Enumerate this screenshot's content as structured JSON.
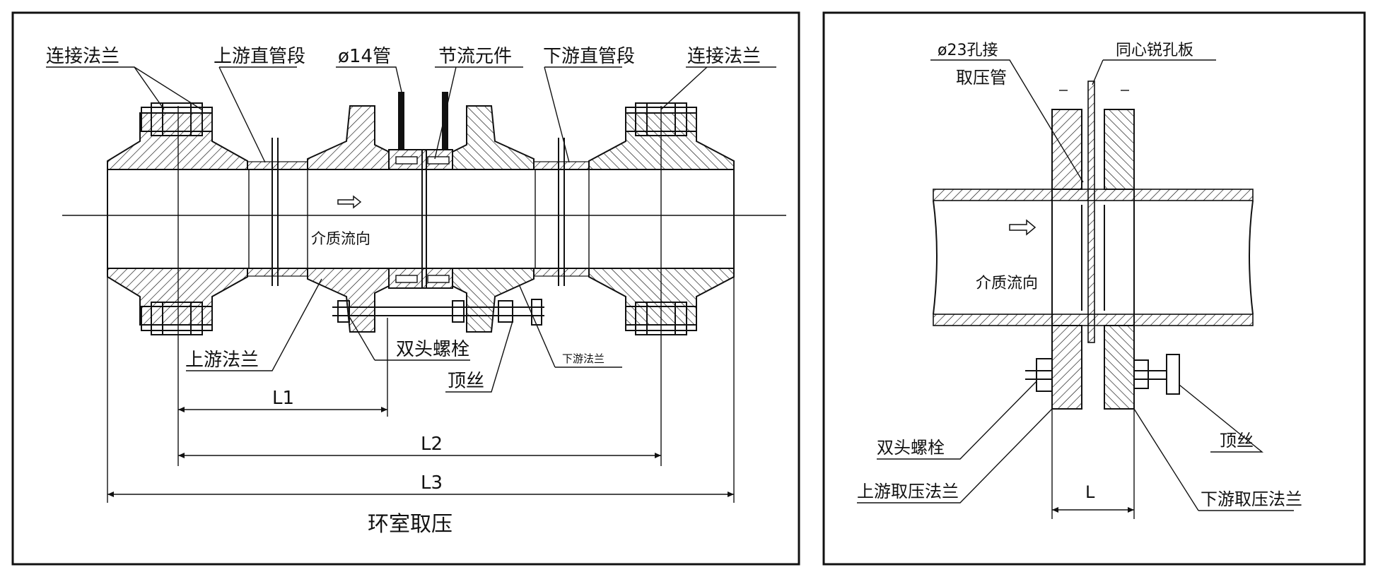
{
  "colors": {
    "line": "#111111",
    "background": "#ffffff"
  },
  "left_panel": {
    "title": "环室取压",
    "labels": {
      "connect_flange_left": "连接法兰",
      "upstream_straight_pipe": "上游直管段",
      "tube_14": "ø14管",
      "throttle_element": "节流元件",
      "downstream_straight_pipe": "下游直管段",
      "connect_flange_right": "连接法兰",
      "flow_direction": "介质流向",
      "upstream_flange": "上游法兰",
      "double_end_bolt": "双头螺栓",
      "set_screw": "顶丝",
      "downstream_flange": "下游法兰"
    },
    "dimensions": {
      "l1": "L1",
      "l2": "L2",
      "l3": "L3"
    }
  },
  "right_panel": {
    "labels": {
      "tap_hole_23": "ø23孔接",
      "pressure_tube": "取压管",
      "orifice_plate": "同心锐孔板",
      "flow_direction": "介质流向",
      "double_end_bolt": "双头螺栓",
      "set_screw": "顶丝",
      "upstream_tap_flange": "上游取压法兰",
      "downstream_tap_flange": "下游取压法兰"
    },
    "dimensions": {
      "l": "L"
    }
  }
}
